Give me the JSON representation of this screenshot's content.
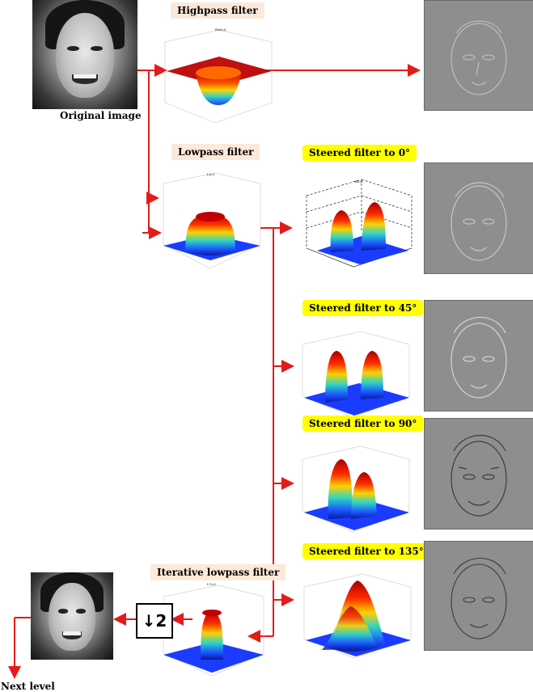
{
  "labels": {
    "original_image": "Original image",
    "highpass": "Highpass filter",
    "lowpass": "Lowpass filter",
    "steer0": "Steered filter to 0°",
    "steer45": "Steered filter to 45°",
    "steer90": "Steered filter to 90°",
    "steer135": "Steered filter to 135°",
    "iterative": "Iterative lowpass filter",
    "downsample": "↓2",
    "next_level": "Next level"
  },
  "colors": {
    "arrow": "#e31b1b",
    "label_orange_bg": "#fde9d9",
    "label_yellow_bg": "#ffff00",
    "filtered_image_bg": "#8e8e8e"
  }
}
